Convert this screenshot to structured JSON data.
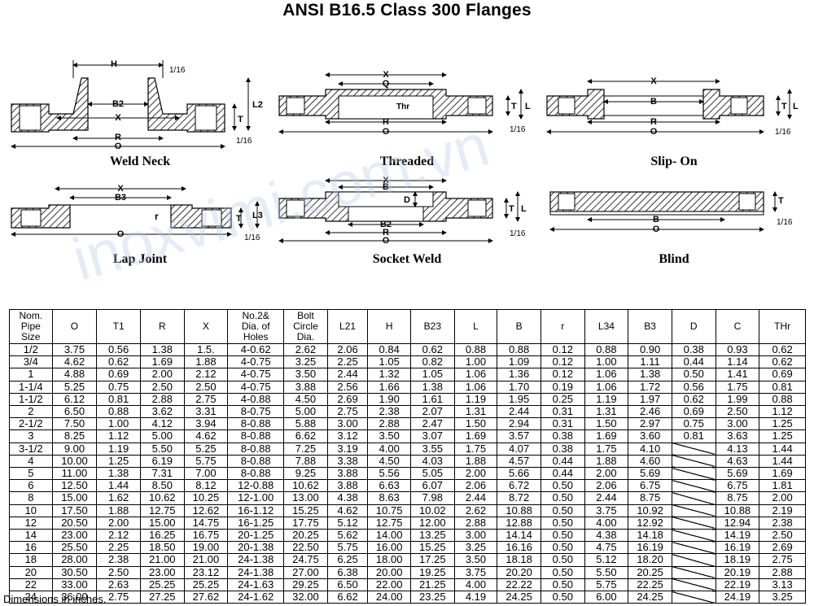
{
  "title": "ANSI B16.5 Class 300 Flanges",
  "watermark": "inoxvimi.com.vn",
  "figures": [
    {
      "id": "weld-neck",
      "label": "Weld Neck"
    },
    {
      "id": "threaded",
      "label": "Threaded"
    },
    {
      "id": "slip-on",
      "label": "Slip- On"
    },
    {
      "id": "lap-joint",
      "label": "Lap Joint"
    },
    {
      "id": "socket-weld",
      "label": "Socket Weld"
    },
    {
      "id": "blind",
      "label": "Blind"
    }
  ],
  "dim_labels": {
    "H": "H",
    "O": "O",
    "R": "R",
    "X": "X",
    "B": "B",
    "B2": "B2",
    "B3": "B3",
    "T": "T",
    "L": "L",
    "L2": "L2",
    "L3": "L3",
    "D": "D",
    "r": "r",
    "Thr": "Thr",
    "one_sixteenth": "1/16",
    "Q": "Q"
  },
  "table": {
    "headers": [
      "Nom.\nPipe\nSize",
      "O",
      "T1",
      "R",
      "X",
      "No.2&\nDia. of\nHoles",
      "Bolt\nCircle\nDia.",
      "L21",
      "H",
      "B23",
      "L",
      "B",
      "r",
      "L34",
      "B3",
      "D",
      "C",
      "THr"
    ],
    "rows": [
      [
        "1/2",
        "3.75",
        "0.56",
        "1.38",
        "1.5.",
        "4-0.62",
        "2.62",
        "2.06",
        "0.84",
        "0.62",
        "0.88",
        "0.88",
        "0.12",
        "0.88",
        "0.90",
        "0.38",
        "0.93",
        "0.62"
      ],
      [
        "3/4",
        "4.62",
        "0.62",
        "1.69",
        "1.88",
        "4-0.75",
        "3.25",
        "2.25",
        "1.05",
        "0.82",
        "1.00",
        "1.09",
        "0.12",
        "1.00",
        "1.11",
        "0.44",
        "1.14",
        "0.62"
      ],
      [
        "1",
        "4.88",
        "0.69",
        "2.00",
        "2.12",
        "4-0.75",
        "3.50",
        "2.44",
        "1.32",
        "1.05",
        "1.06",
        "1.36",
        "0.12",
        "1.06",
        "1.38",
        "0.50",
        "1.41",
        "0.69"
      ],
      [
        "1-1/4",
        "5.25",
        "0.75",
        "2.50",
        "2.50",
        "4-0.75",
        "3.88",
        "2.56",
        "1.66",
        "1.38",
        "1.06",
        "1.70",
        "0.19",
        "1.06",
        "1.72",
        "0.56",
        "1.75",
        "0.81"
      ],
      [
        "1-1/2",
        "6.12",
        "0.81",
        "2.88",
        "2.75",
        "4-0.88",
        "4.50",
        "2.69",
        "1.90",
        "1.61",
        "1.19",
        "1.95",
        "0.25",
        "1.19",
        "1.97",
        "0.62",
        "1.99",
        "0.88"
      ],
      [
        "2",
        "6.50",
        "0.88",
        "3.62",
        "3.31",
        "8-0.75",
        "5.00",
        "2.75",
        "2.38",
        "2.07",
        "1.31",
        "2.44",
        "0.31",
        "1.31",
        "2.46",
        "0.69",
        "2.50",
        "1.12"
      ],
      [
        "2-1/2",
        "7.50",
        "1.00",
        "4.12",
        "3.94",
        "8-0.88",
        "5.88",
        "3.00",
        "2.88",
        "2.47",
        "1.50",
        "2.94",
        "0.31",
        "1.50",
        "2.97",
        "0.75",
        "3.00",
        "1.25"
      ],
      [
        "3",
        "8.25",
        "1.12",
        "5.00",
        "4.62",
        "8-0.88",
        "6.62",
        "3.12",
        "3.50",
        "3.07",
        "1.69",
        "3.57",
        "0.38",
        "1.69",
        "3.60",
        "0.81",
        "3.63",
        "1.25"
      ],
      [
        "3-1/2",
        "9.00",
        "1.19",
        "5.50",
        "5.25",
        "8-0.88",
        "7.25",
        "3.19",
        "4.00",
        "3.55",
        "1.75",
        "4.07",
        "0.38",
        "1.75",
        "4.10",
        "",
        "4.13",
        "1.44"
      ],
      [
        "4",
        "10.00",
        "1.25",
        "6.19",
        "5.75",
        "8-0.88",
        "7.88",
        "3.38",
        "4.50",
        "4.03",
        "1.88",
        "4.57",
        "0.44",
        "1.88",
        "4.60",
        "",
        "4.63",
        "1.44"
      ],
      [
        "5",
        "11.00",
        "1.38",
        "7.31",
        "7.00",
        "8-0.88",
        "9.25",
        "3.88",
        "5.56",
        "5.05",
        "2.00",
        "5.66",
        "0.44",
        "2.00",
        "5.69",
        "",
        "5.69",
        "1.69"
      ],
      [
        "6",
        "12.50",
        "1.44",
        "8.50",
        "8.12",
        "12-0.88",
        "10.62",
        "3.88",
        "6.63",
        "6.07",
        "2.06",
        "6.72",
        "0.50",
        "2.06",
        "6.75",
        "",
        "6.75",
        "1.81"
      ],
      [
        "8",
        "15.00",
        "1.62",
        "10.62",
        "10.25",
        "12-1.00",
        "13.00",
        "4.38",
        "8.63",
        "7.98",
        "2.44",
        "8.72",
        "0.50",
        "2.44",
        "8.75",
        "",
        "8.75",
        "2.00"
      ],
      [
        "10",
        "17.50",
        "1.88",
        "12.75",
        "12.62",
        "16-1.12",
        "15.25",
        "4.62",
        "10.75",
        "10.02",
        "2.62",
        "10.88",
        "0.50",
        "3.75",
        "10.92",
        "",
        "10.88",
        "2.19"
      ],
      [
        "12",
        "20.50",
        "2.00",
        "15.00",
        "14.75",
        "16-1.25",
        "17.75",
        "5.12",
        "12.75",
        "12.00",
        "2.88",
        "12.88",
        "0.50",
        "4.00",
        "12.92",
        "",
        "12.94",
        "2.38"
      ],
      [
        "14",
        "23.00",
        "2.12",
        "16.25",
        "16.75",
        "20-1.25",
        "20.25",
        "5.62",
        "14.00",
        "13.25",
        "3.00",
        "14.14",
        "0.50",
        "4.38",
        "14.18",
        "",
        "14.19",
        "2.50"
      ],
      [
        "16",
        "25.50",
        "2.25",
        "18.50",
        "19.00",
        "20-1.38",
        "22.50",
        "5.75",
        "16.00",
        "15.25",
        "3.25",
        "16.16",
        "0.50",
        "4.75",
        "16.19",
        "",
        "16.19",
        "2.69"
      ],
      [
        "18",
        "28.00",
        "2.38",
        "21.00",
        "21.00",
        "24-1.38",
        "24.75",
        "6.25",
        "18.00",
        "17.25",
        "3.50",
        "18.18",
        "0.50",
        "5.12",
        "18.20",
        "",
        "18.19",
        "2.75"
      ],
      [
        "20",
        "30.50",
        "2.50",
        "23.00",
        "23.12",
        "24-1.38",
        "27.00",
        "6.38",
        "20.00",
        "19.25",
        "3.75",
        "20.20",
        "0.50",
        "5.50",
        "20.25",
        "",
        "20.19",
        "2.88"
      ],
      [
        "22",
        "33.00",
        "2.63",
        "25.25",
        "25.25",
        "24-1.63",
        "29.25",
        "6.50",
        "22.00",
        "21.25",
        "4.00",
        "22.22",
        "0.50",
        "5.75",
        "22.25",
        "",
        "22.19",
        "3.13"
      ],
      [
        "24",
        "36.00",
        "2.75",
        "27.25",
        "27.62",
        "24-1.62",
        "32.00",
        "6.62",
        "24.00",
        "23.25",
        "4.19",
        "24.25",
        "0.50",
        "6.00",
        "24.25",
        "",
        "24.19",
        "3.25"
      ]
    ]
  },
  "footnote": "Dimensions in inches."
}
